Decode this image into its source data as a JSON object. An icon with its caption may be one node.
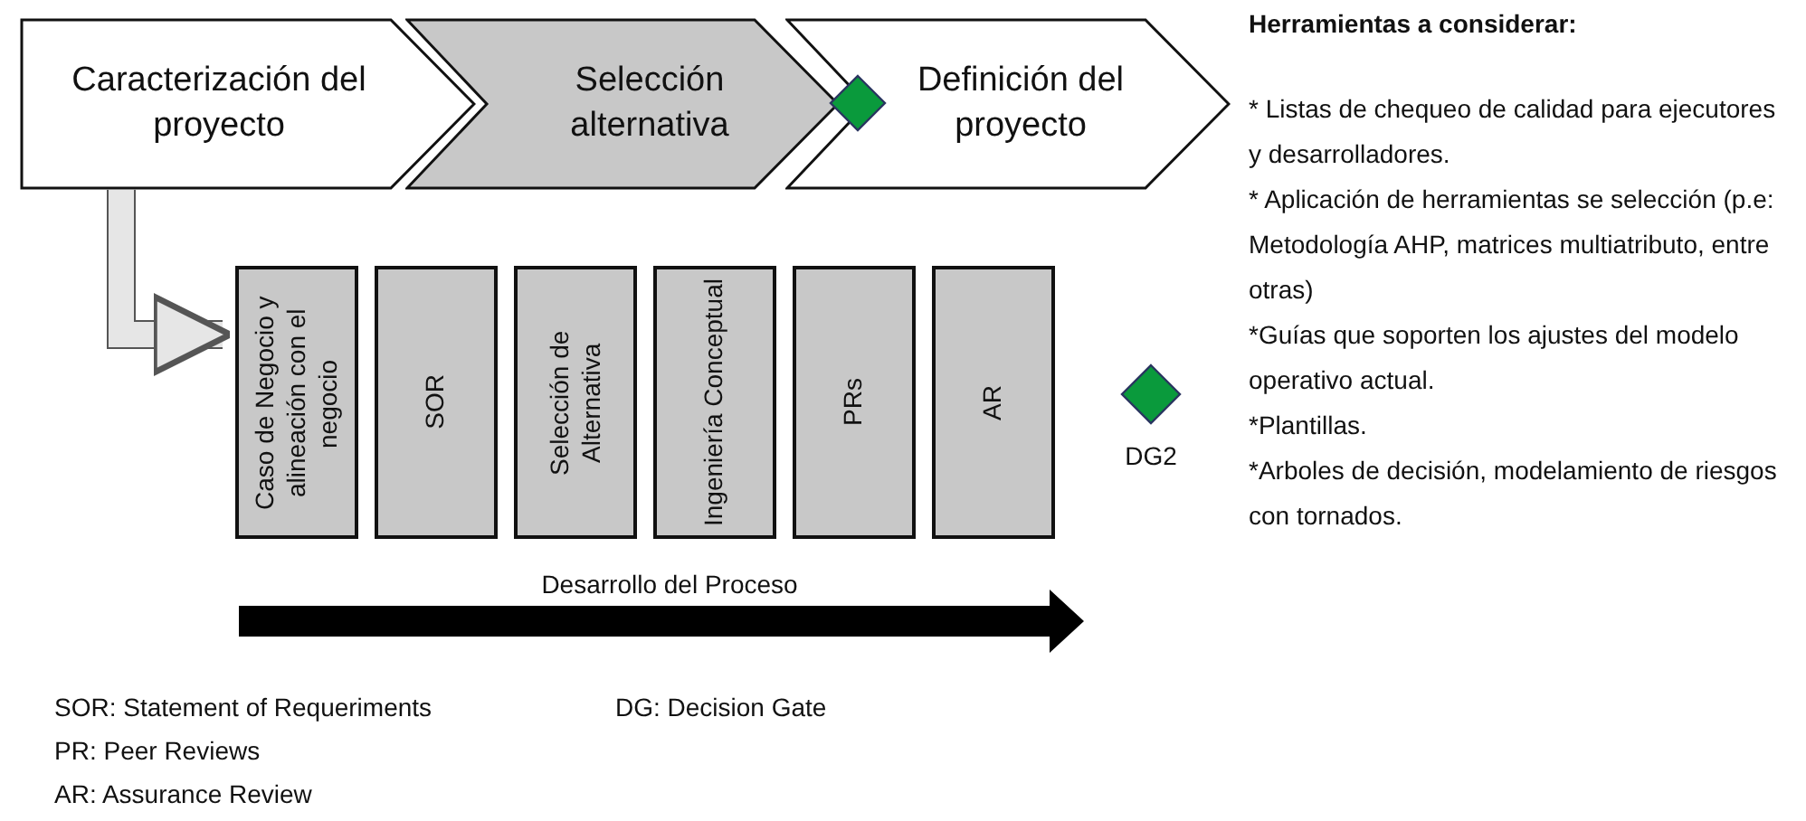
{
  "diagram": {
    "nodes": [
      {
        "text": [
          "Caracterización del proyecto"
        ]
      },
      {
        "text": [
          "Selección alternativa"
        ]
      },
      {
        "text": [
          "Definición del proyecto"
        ]
      },
      {
        "text": [],
        "shape": "diamond"
      },
      {
        "text": [
          "Caso de Negocio y alineación con el negocio"
        ]
      },
      {
        "text": [
          "SOR"
        ]
      },
      {
        "text": [
          "Selección de Alternativa"
        ]
      },
      {
        "text": [
          "Ingeniería Conceptual"
        ]
      },
      {
        "text": [
          "PRs"
        ]
      },
      {
        "text": [
          "AR"
        ]
      },
      {
        "text": [],
        "shape": "diamond",
        "beside": [
          "DG2"
        ]
      }
    ],
    "edges": [
      {
        "from": 0,
        "to": 4,
        "arrow": "to"
      }
    ],
    "labels": [
      "Herramientas a considerar:",
      "* Listas de chequeo de calidad para ejecutores y desarrolladores.",
      "* Aplicación de herramientas se selección (p.e: Metodología AHP, matrices multiatributo, entre otras)",
      "*Guías que soporten los ajustes del modelo operativo actual.",
      "*Plantillas.",
      "*Arboles de decisión, modelamiento de riesgos con tornados.",
      "Desarrollo del Proceso",
      "SOR: Statement of Requeriments",
      "DG: Decision Gate",
      "PR: Peer Reviews",
      "AR: Assurance Review"
    ]
  }
}
